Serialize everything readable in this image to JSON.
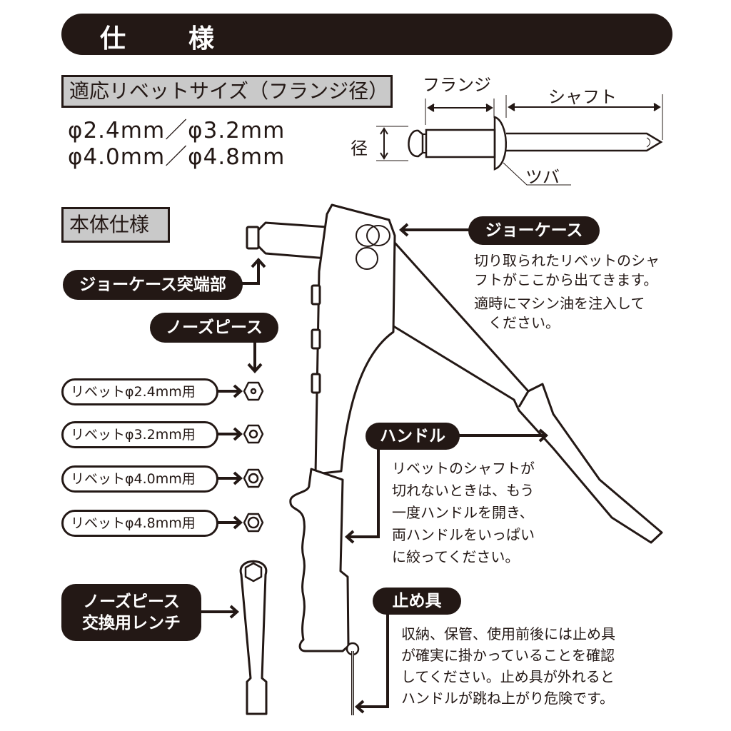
{
  "header": {
    "title_char_1": "仕",
    "title_char_2": "様"
  },
  "rivet_sizes": {
    "heading": "適応リベットサイズ（フランジ径）",
    "line1": "φ2.4mm／φ3.2mm",
    "line2": "φ4.0mm／φ4.8mm"
  },
  "rivet_diagram": {
    "flange_label": "フランジ",
    "shaft_label": "シャフト",
    "diameter_label": "径",
    "collar_label": "ツバ"
  },
  "body_spec": {
    "heading": "本体仕様",
    "jaw_case_tip_label": "ジョーケース突端部",
    "nose_piece_label": "ノーズピース",
    "nose_pieces": [
      {
        "label": "リベットφ2.4mm用"
      },
      {
        "label": "リベットφ3.2mm用"
      },
      {
        "label": "リベットφ4.0mm用"
      },
      {
        "label": "リベットφ4.8mm用"
      }
    ],
    "wrench_label_line1": "ノーズピース",
    "wrench_label_line2": "交換用レンチ",
    "jaw_case": {
      "label": "ジョーケース",
      "desc_lines": [
        "切り取られたリベットのシャ",
        "フトがここから出てきます。",
        "適時にマシン油を注入して",
        "　ください。"
      ]
    },
    "handle": {
      "label": "ハンドル",
      "desc_lines": [
        "リベットのシャフトが",
        "切れないときは、もう",
        "一度ハンドルを開き、",
        "両ハンドルをいっぱい",
        "に絞ってください。"
      ]
    },
    "stopper": {
      "label": "止め具",
      "desc_lines": [
        "収納、保管、使用前後には止め具",
        "が確実に掛かっていることを確認",
        "してください。止め具が外れると",
        "ハンドルが跳ね上がり危険です。"
      ]
    }
  },
  "colors": {
    "ink": "#231815",
    "gray_fill": "#c9c9c9",
    "background": "#ffffff"
  }
}
